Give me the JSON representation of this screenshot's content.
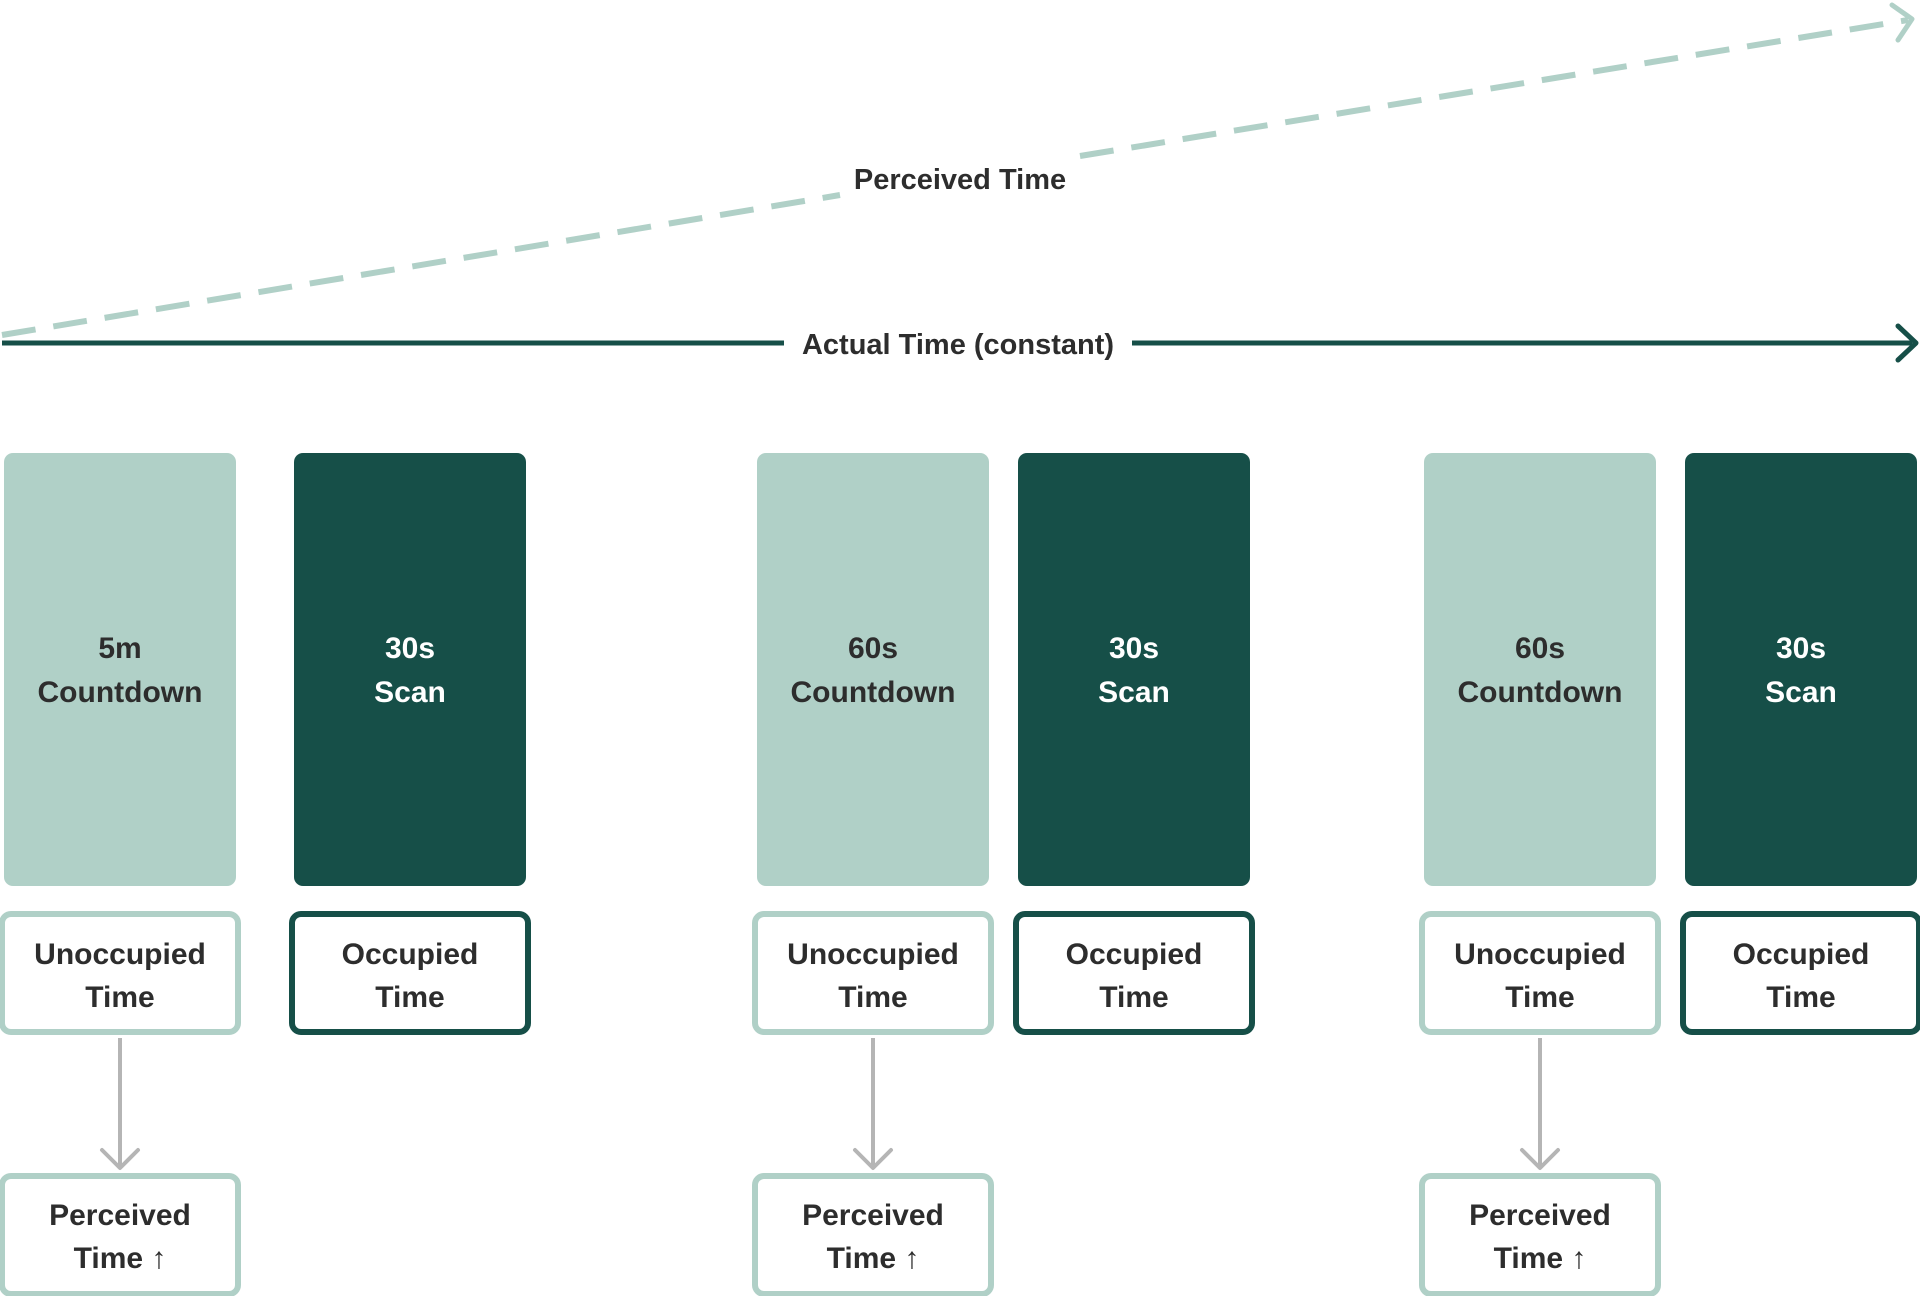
{
  "colors": {
    "light": "#b0d0c7",
    "dark": "#164f48",
    "text_dark": "#2d2d2d",
    "text_light": "#ffffff",
    "arrow_gray": "#b5b5b5"
  },
  "perceived_line": {
    "label": "Perceived Time",
    "style": "dashed",
    "arrowhead": "open-chevron"
  },
  "actual_line": {
    "label": "Actual Time (constant)",
    "style": "solid",
    "arrowhead": "open-chevron"
  },
  "blocks": [
    {
      "duration": "5m",
      "kind": "Countdown",
      "shade": "light",
      "tag_line1": "Unoccupied",
      "tag_line2": "Time",
      "result_line1": "Perceived",
      "result_line2": "Time ↑"
    },
    {
      "duration": "30s",
      "kind": "Scan",
      "shade": "dark",
      "tag_line1": "Occupied",
      "tag_line2": "Time"
    },
    {
      "duration": "60s",
      "kind": "Countdown",
      "shade": "light",
      "tag_line1": "Unoccupied",
      "tag_line2": "Time",
      "result_line1": "Perceived",
      "result_line2": "Time ↑"
    },
    {
      "duration": "30s",
      "kind": "Scan",
      "shade": "dark",
      "tag_line1": "Occupied",
      "tag_line2": "Time"
    },
    {
      "duration": "60s",
      "kind": "Countdown",
      "shade": "light",
      "tag_line1": "Unoccupied",
      "tag_line2": "Time",
      "result_line1": "Perceived",
      "result_line2": "Time ↑"
    },
    {
      "duration": "30s",
      "kind": "Scan",
      "shade": "dark",
      "tag_line1": "Occupied",
      "tag_line2": "Time"
    }
  ]
}
